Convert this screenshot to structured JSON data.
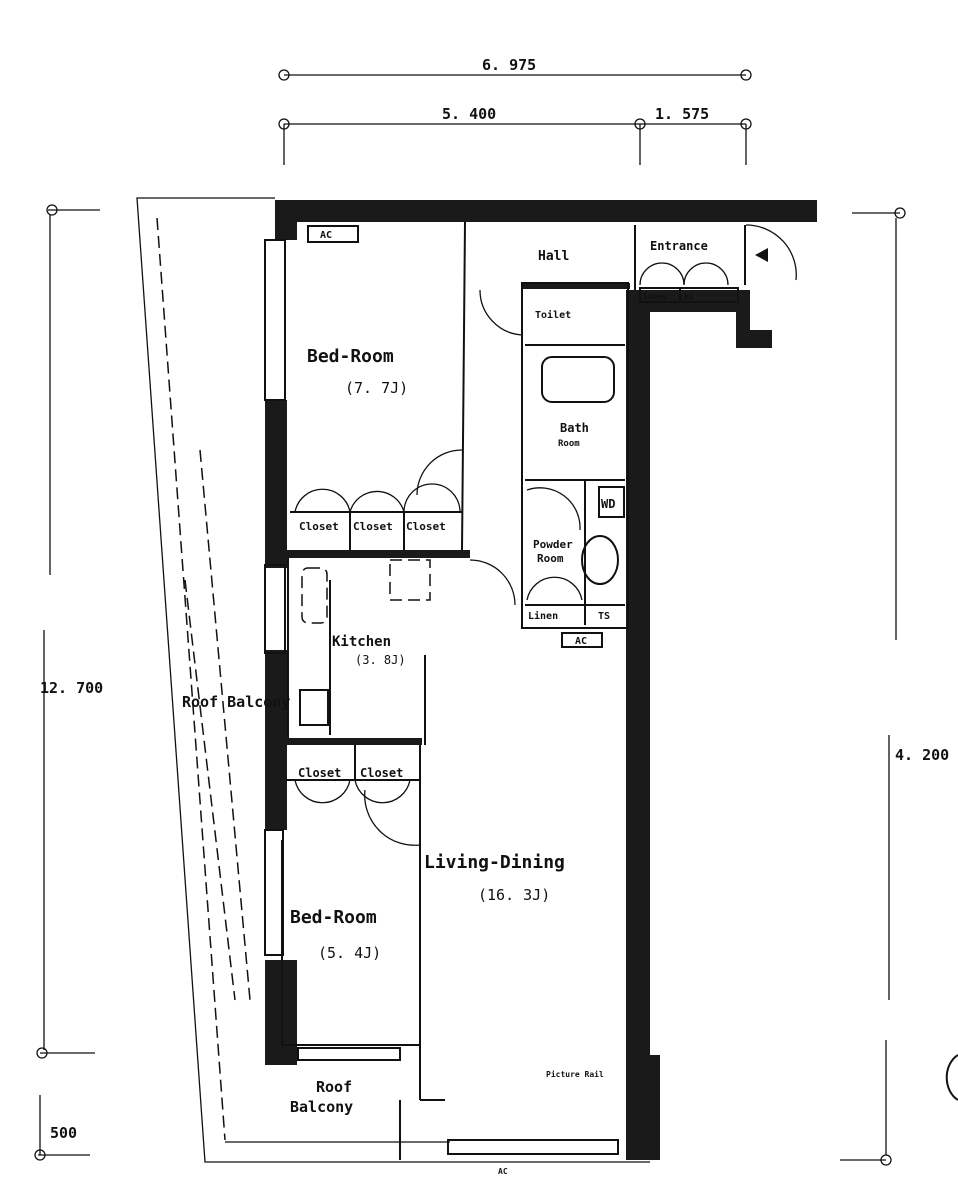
{
  "dimensions": {
    "top_total": "6. 975",
    "top_left": "5. 400",
    "top_right": "1. 575",
    "left_main": "12. 700",
    "left_small": "500",
    "right_main": "4. 200"
  },
  "rooms": {
    "bedroom1": {
      "label": "Bed-Room",
      "area": "(7. 7J)"
    },
    "hall": {
      "label": "Hall"
    },
    "entrance": {
      "label": "Entrance"
    },
    "shoes": "Shoes",
    "shoes_kk": "kk",
    "toilet": "Toilet",
    "bath": {
      "label": "Bath",
      "label2": "Room"
    },
    "wd": "WD",
    "powder": {
      "label": "Powder",
      "label2": "Room"
    },
    "linen": "Linen",
    "ts": "TS",
    "ac_top": "AC",
    "ac_mid": "AC",
    "closets_top": [
      "Closet",
      "Closet",
      "Closet"
    ],
    "kitchen": {
      "label": "Kitchen",
      "area": "(3. 8J)"
    },
    "closets_mid": [
      "Closet",
      "Closet"
    ],
    "roof_balcony_side": "Roof Balcony",
    "living": {
      "label": "Living-Dining",
      "area": "(16. 3J)"
    },
    "bedroom2": {
      "label": "Bed-Room",
      "area": "(5. 4J)"
    },
    "roof_balcony": {
      "label": "Roof",
      "label2": "Balcony"
    },
    "picture_rail": "Picture Rail",
    "ac_bottom": "AC"
  }
}
